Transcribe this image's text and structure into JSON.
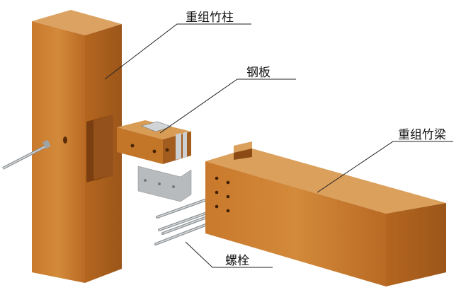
{
  "labels": {
    "column": "重组竹柱",
    "steel_plate": "钢板",
    "beam": "重组竹梁",
    "bolts": "螺栓"
  },
  "colors": {
    "wood_front": "#c7782e",
    "wood_side": "#a85f1f",
    "wood_top": "#d89a52",
    "steel": "#c9cbcc",
    "line": "#222222"
  }
}
